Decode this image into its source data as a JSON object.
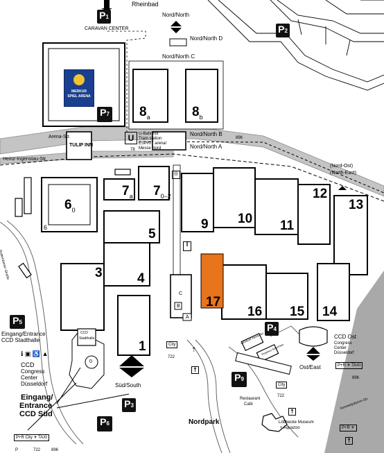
{
  "labels": {
    "rheinbad": "Rheinbad",
    "caravan_center": "CARAVAN CENTER",
    "nord_north": "Nord/North",
    "nord_north_d": "Nord/North D",
    "nord_north_c": "Nord/North C",
    "nord_north_b": "Nord/North B",
    "nord_north_a": "Nord/North A",
    "arena_str": "Arena-Str.",
    "heinz_ingenstau_str": "Heinz-Ingenstau-Str.",
    "nord_ost": "(Nord-Ost)",
    "north_east": "(North-East)",
    "ubahn_1": "U-Bahnhof",
    "ubahn_2": "Tram station",
    "ubahn_3": "ESPRIT arena/",
    "ubahn_4": "Messe Nord",
    "tram_78": "78",
    "bus_896_top": "896",
    "bus_896_right": "896",
    "bus_896_bottom": "896",
    "bus_722_left": "722",
    "bus_722_mid": "722",
    "bus_722_bottom": "722",
    "eingang_entrance_stadthalle_1": "Eingang/Entrance",
    "eingang_entrance_stadthalle_2": "CCD Stadthalle",
    "ccd_1": "CCD",
    "ccd_2": "Congress",
    "ccd_3": "Center",
    "ccd_4": "Düsseldorf",
    "eingang_sued_1": "Eingang/",
    "eingang_sued_2": "Entrance",
    "eingang_sued_3": "CCD Süd",
    "sued_south": "Süd/South",
    "ccd_stadthalle_box_1": "CCD",
    "ccd_stadthalle_box_2": "Stadthalle",
    "nordpark": "Nordpark",
    "restaurant_1": "Restaurant",
    "restaurant_2": "Café",
    "loebbecke_1": "Löbbecke Museum",
    "loebbecke_2": "+ Aquazoo",
    "ost_east": "Ost/East",
    "ccd_ost_1": "CCD Ost",
    "ccd_ost_2": "Congress",
    "ccd_ost_3": "Center",
    "ccd_ost_4": "Düsseldorf",
    "weinkult": "Weinkult/ Weinkeller",
    "pegasus": "Pegasus Staumsen",
    "tulip_inn_1": "TULIP INN",
    "merkur_1": "MERKUR",
    "merkur_2": "SPIEL ARENA",
    "hall6_sub": "0",
    "hall6_side": "6",
    "hall_c": "C",
    "hall_b": "B",
    "hall_a": "A",
    "hall_ccd0": "0",
    "road_rotterdamer": "Rotterdamer Straße",
    "road_kennedy": "Kennedydamm-Str.",
    "p_small": "P"
  },
  "halls": {
    "h1": "1",
    "h3": "3",
    "h4": "4",
    "h5": "5",
    "h6": "6",
    "h7a": "7",
    "h7a_sub": "a",
    "h7": "7",
    "h7_sub": "0–2",
    "h8a": "8",
    "h8a_sub": "a",
    "h8b": "8",
    "h8b_sub": "b",
    "h9": "9",
    "h10": "10",
    "h11": "11",
    "h12": "12",
    "h13": "13",
    "h14": "14",
    "h15": "15",
    "h16": "16",
    "h17": "17"
  },
  "parking": {
    "p1": "P",
    "p1_n": "1",
    "p2": "P",
    "p2_n": "2",
    "p3": "P",
    "p3_n": "3",
    "p4": "P",
    "p4_n": "4",
    "p5": "P",
    "p5_n": "5",
    "p6": "P",
    "p6_n": "6",
    "p7": "P",
    "p7_n": "7",
    "p9": "P",
    "p9_n": "9"
  },
  "colors": {
    "highlight_hall": "#e8741c",
    "building_stroke": "#000000",
    "road_fill": "#bdbdbd",
    "grey_area": "#a8a8a8"
  }
}
